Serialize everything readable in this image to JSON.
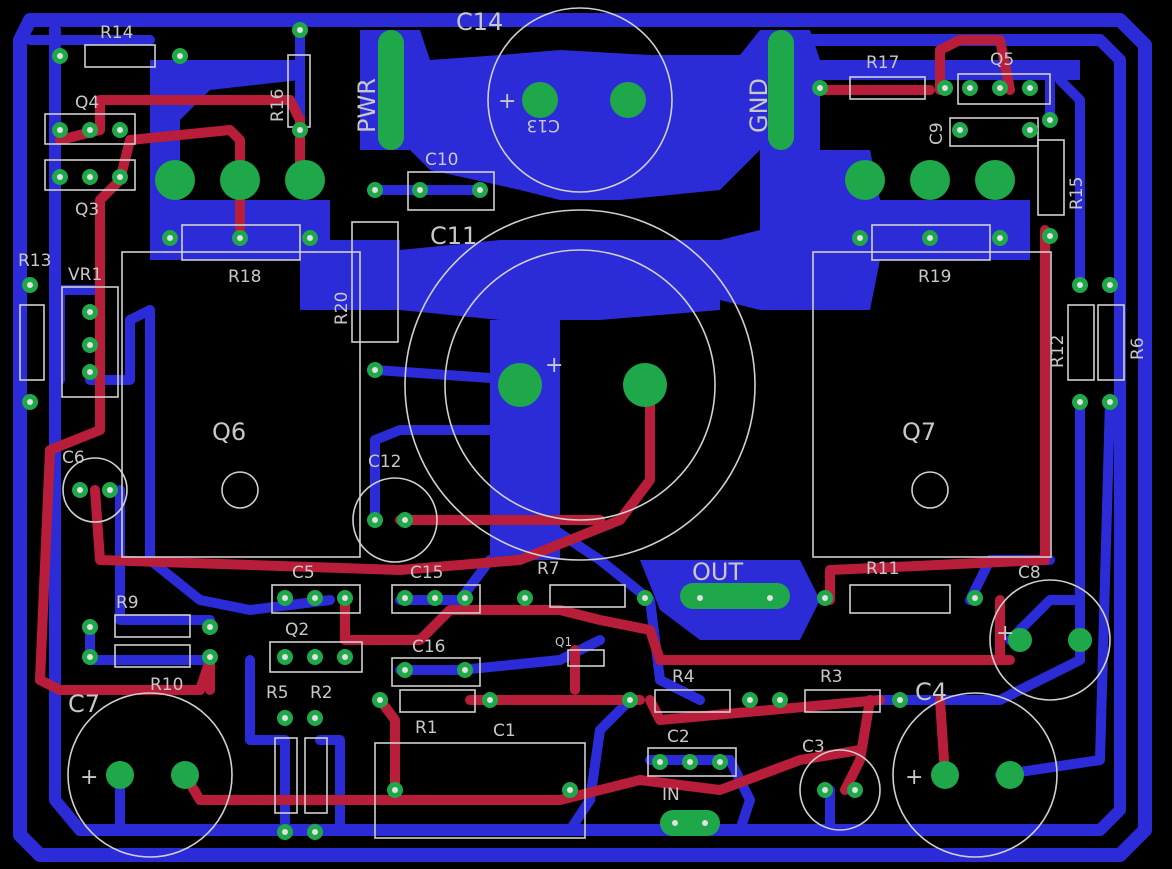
{
  "labels": {
    "c14": "C14",
    "pwr": "PWR",
    "gnd": "GND",
    "c13": "C13",
    "r14": "R14",
    "r16": "R16",
    "q4": "Q4",
    "q3": "Q3",
    "r18": "R18",
    "r17": "R17",
    "q5": "Q5",
    "c9": "C9",
    "r15": "R15",
    "r19": "R19",
    "c10": "C10",
    "c11": "C11",
    "r20": "R20",
    "r13": "R13",
    "vr1": "VR1",
    "q6": "Q6",
    "q7": "Q7",
    "r12": "R12",
    "r6": "R6",
    "c6": "C6",
    "c12": "C12",
    "c5": "C5",
    "c15": "C15",
    "r7": "R7",
    "out": "OUT",
    "r11": "R11",
    "c8": "C8",
    "r9": "R9",
    "r10": "R10",
    "q2": "Q2",
    "c16": "C16",
    "q1": "Q1",
    "c7": "C7",
    "r5": "R5",
    "r2": "R2",
    "r1": "R1",
    "c1": "C1",
    "r4": "R4",
    "r3": "R3",
    "c4": "C4",
    "c2": "C2",
    "c3": "C3",
    "in": "IN"
  },
  "colors": {
    "background": "#000000",
    "bottom_copper": "#2b2bd8",
    "top_copper": "#b81d3a",
    "pad": "#1fa84a",
    "silkscreen": "#d0d0d0"
  }
}
